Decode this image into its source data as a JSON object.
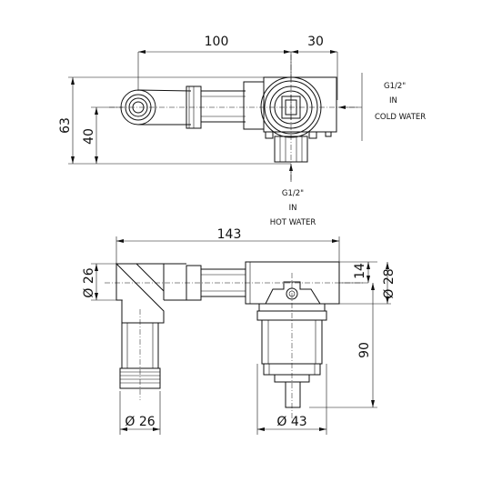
{
  "colors": {
    "line": "#111111",
    "background": "#ffffff"
  },
  "top_view": {
    "dim_100": "100",
    "dim_30": "30",
    "dim_63": "63",
    "dim_40": "40",
    "cold_thread": "G1/2\"",
    "cold_in": "IN",
    "cold_label": "COLD WATER",
    "hot_thread": "G1/2\"",
    "hot_in": "IN",
    "hot_label": "HOT WATER"
  },
  "front_view": {
    "dim_143": "143",
    "dim_d26_left": "Ø 26",
    "dim_14": "14",
    "dim_d28": "Ø 28",
    "dim_90": "90",
    "dim_d26_bottom": "Ø 26",
    "dim_d43": "Ø 43"
  }
}
